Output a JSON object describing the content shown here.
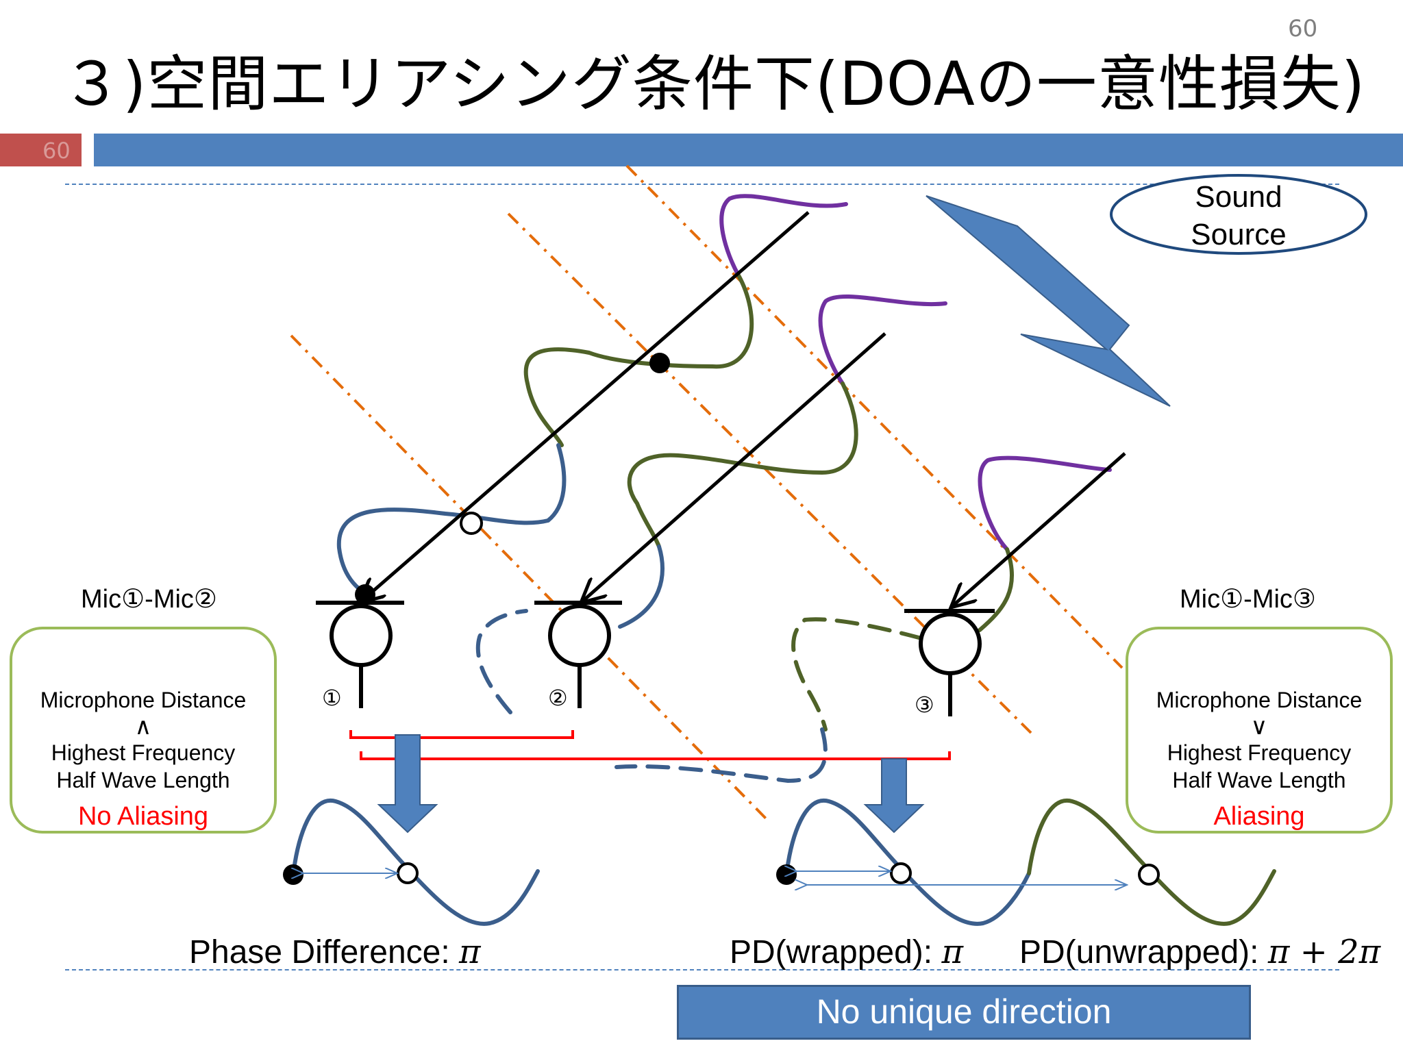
{
  "page_number": "60",
  "title": "３)空間エリアシング条件下(DOAの一意性損失)",
  "header_bar_number": "60",
  "sound_source": {
    "line1": "Sound",
    "line2": "Source"
  },
  "left_pair": {
    "label": "Mic①-Mic②",
    "line1": "Microphone Distance",
    "operator": "∧",
    "line2": "Highest Frequency",
    "line3": "Half Wave Length",
    "status": "No Aliasing"
  },
  "right_pair": {
    "label": "Mic①-Mic③",
    "line1": "Microphone Distance",
    "operator": "∨",
    "line2": "Highest Frequency",
    "line3": "Half Wave Length",
    "status": "Aliasing"
  },
  "mics": {
    "m1": "①",
    "m2": "②",
    "m3": "③"
  },
  "phase_difference": {
    "label": "Phase Difference: ",
    "value": "π"
  },
  "pd_wrapped": {
    "label": "PD(wrapped): ",
    "value": "π"
  },
  "pd_unwrapped": {
    "label": "PD(unwrapped): ",
    "value": "π + 2π"
  },
  "footer_box": "No unique direction",
  "colors": {
    "accent_blue": "#4f81bd",
    "header_red": "#c0504d",
    "box_green": "#9bbb59",
    "wave_blue": "#3b5e8c",
    "wave_green": "#4f6228",
    "wave_purple": "#7030a0",
    "wavefront_orange": "#e46c0a",
    "distance_red": "#ff0000"
  }
}
